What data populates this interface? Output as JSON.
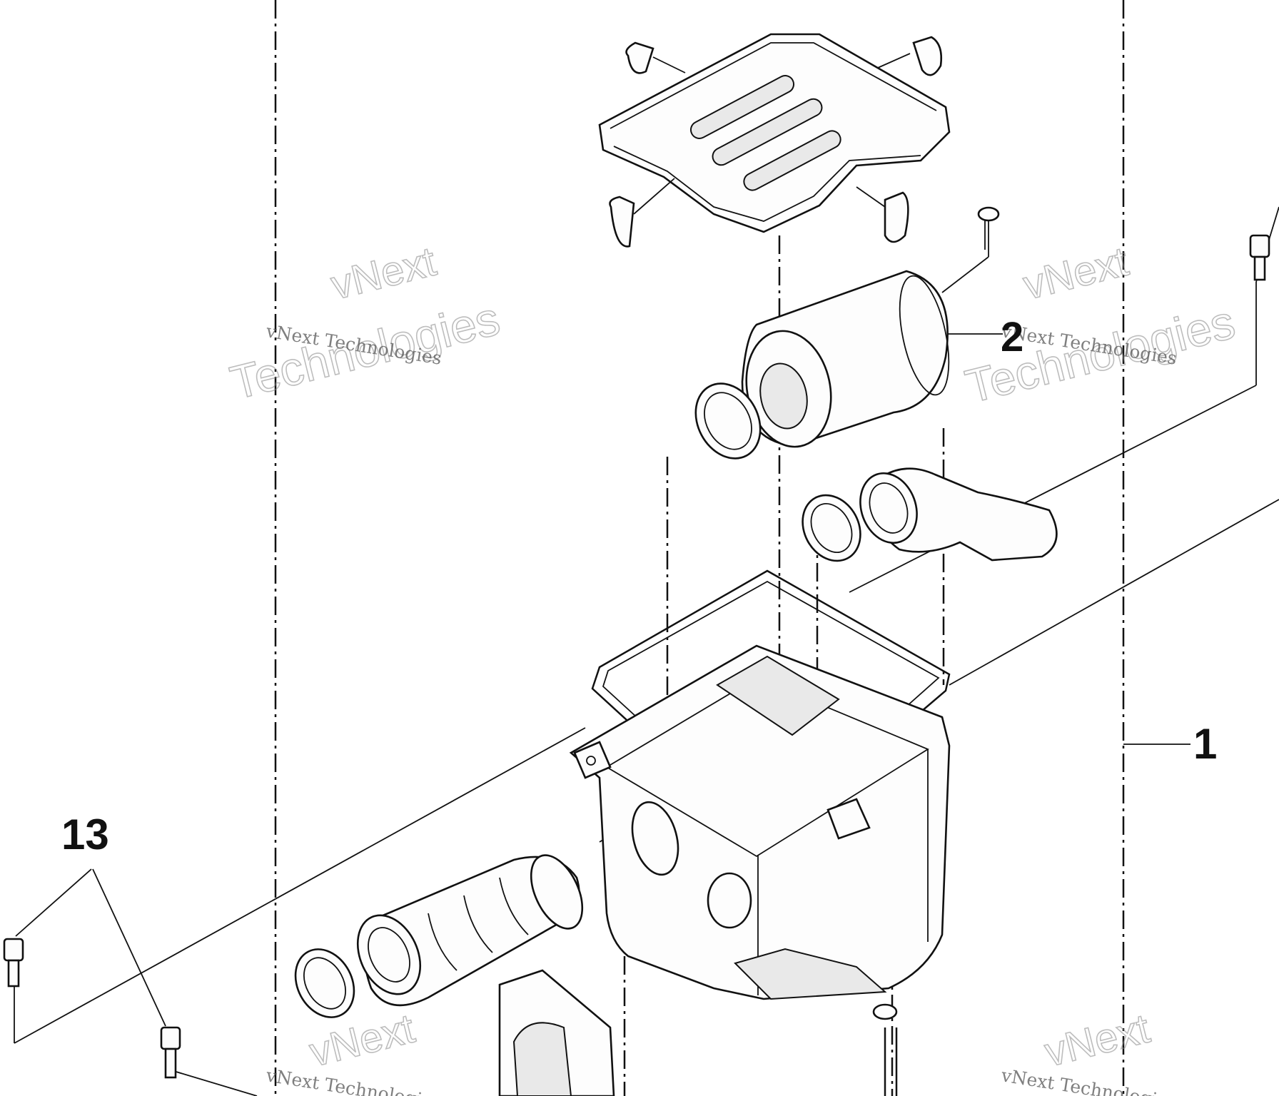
{
  "callouts": {
    "assembly": "1",
    "filter_element": "2",
    "screw_set": "13"
  },
  "watermark": {
    "line1": "vNext",
    "line2": "Technologies",
    "small": "vNext Technologies"
  },
  "colors": {
    "ink": "#111111",
    "paper": "#ffffff"
  }
}
